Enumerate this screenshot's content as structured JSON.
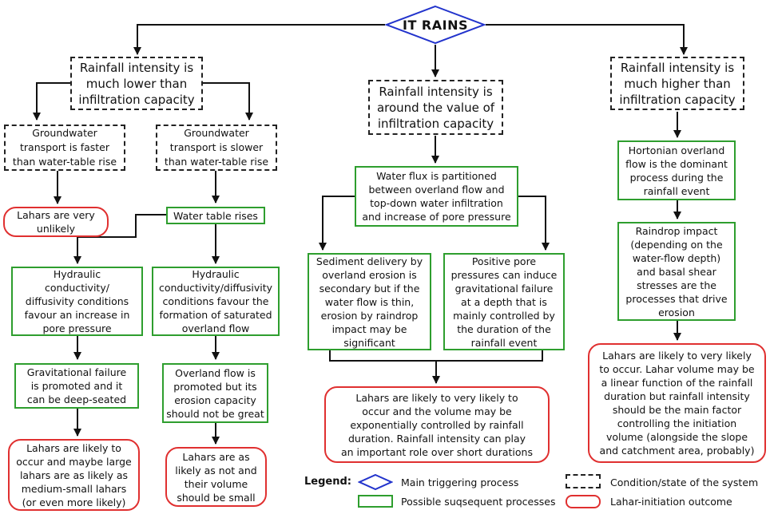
{
  "diagram": {
    "root": "IT RAINS",
    "conditions": {
      "low": "Rainfall intensity is\nmuch lower than\ninfiltration capacity",
      "around": "Rainfall intensity is\naround the value of\ninfiltration capacity",
      "high": "Rainfall intensity is\nmuch higher than\ninfiltration capacity",
      "gw_faster": "Groundwater\ntransport is faster\nthan water-table rise",
      "gw_slower": "Groundwater\ntransport is slower\nthan water-table rise"
    },
    "processes": {
      "water_table": "Water table rises",
      "hydraulic_pore": "Hydraulic\nconductivity/\ndiffusivity conditions\nfavour an increase in\npore pressure",
      "hydraulic_overland": "Hydraulic\nconductivity/diffusivity\nconditions favour the\nformation of saturated\noverland flow",
      "grav_failure": "Gravitational failure\nis promoted and it\ncan be deep-seated",
      "overland_promoted": "Overland flow is\npromoted but its\nerosion capacity\nshould not be great",
      "water_flux": "Water flux is partitioned\nbetween overland flow and\ntop-down water infiltration\nand increase of pore pressure",
      "sediment_delivery": "Sediment delivery by\noverland erosion is\nsecondary but if the\nwater flow is thin,\nerosion by raindrop\nimpact may be\nsignificant",
      "positive_pore": "Positive pore\npressures can induce\ngravitational failure\nat a depth that is\nmainly controlled by\nthe duration of the\nrainfall event",
      "hortonian": "Hortonian overland\nflow is the dominant\nprocess during the\nrainfall event",
      "raindrop_impact": "Raindrop impact\n(depending on the\nwater-flow depth)\nand basal shear\nstresses are the\nprocesses that drive\nerosion"
    },
    "outcomes": {
      "very_unlikely": "Lahars are very\nunlikely",
      "likely_large": "Lahars are likely to\noccur and maybe large\nlahars are as likely as\nmedium-small lahars\n(or even more likely)",
      "as_likely": "Lahars are as\nlikely as not and\ntheir volume\nshould be small",
      "center": "Lahars are likely to very likely to\noccur and the volume may be\nexponentially controlled by rainfall\nduration. Rainfall intensity can play\nan important role over short durations",
      "right": "Lahars are likely to very likely\nto occur. Lahar volume may be\na linear function of the rainfall\nduration but rainfall intensity\nshould be the main factor\ncontrolling the initiation\nvolume (alongside the slope\nand catchment area, probably)"
    }
  },
  "legend": {
    "title": "Legend:",
    "main_triggering": "Main triggering process",
    "possible_subsequent": "Possible suqsequent processes",
    "condition_state": "Condition/state of the system",
    "lahar_outcome": "Lahar-initiation outcome"
  },
  "colors": {
    "root_border": "#2233cc",
    "process_border": "#2e9e2e",
    "outcome_border": "#e03030",
    "line": "#111111"
  }
}
